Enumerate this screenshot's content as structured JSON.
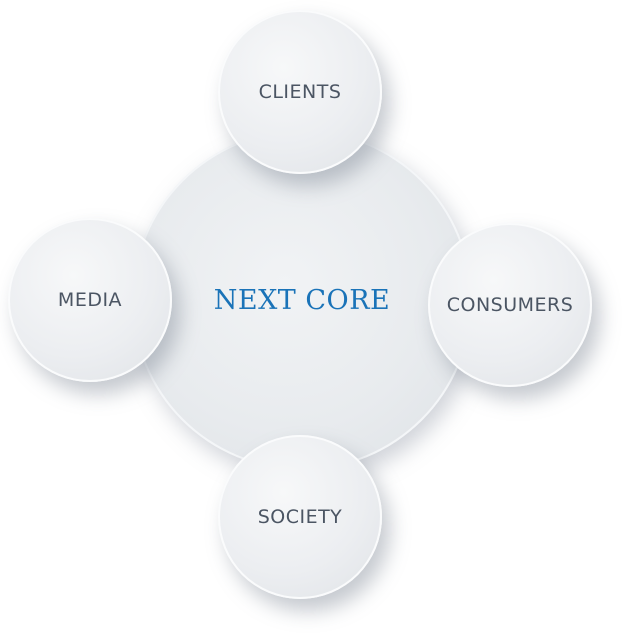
{
  "core": {
    "label": "NEXT CORE",
    "color": "#1a73b8"
  },
  "nodes": {
    "top": "CLIENTS",
    "left": "MEDIA",
    "right": "CONSUMERS",
    "bottom": "SOCIETY"
  }
}
